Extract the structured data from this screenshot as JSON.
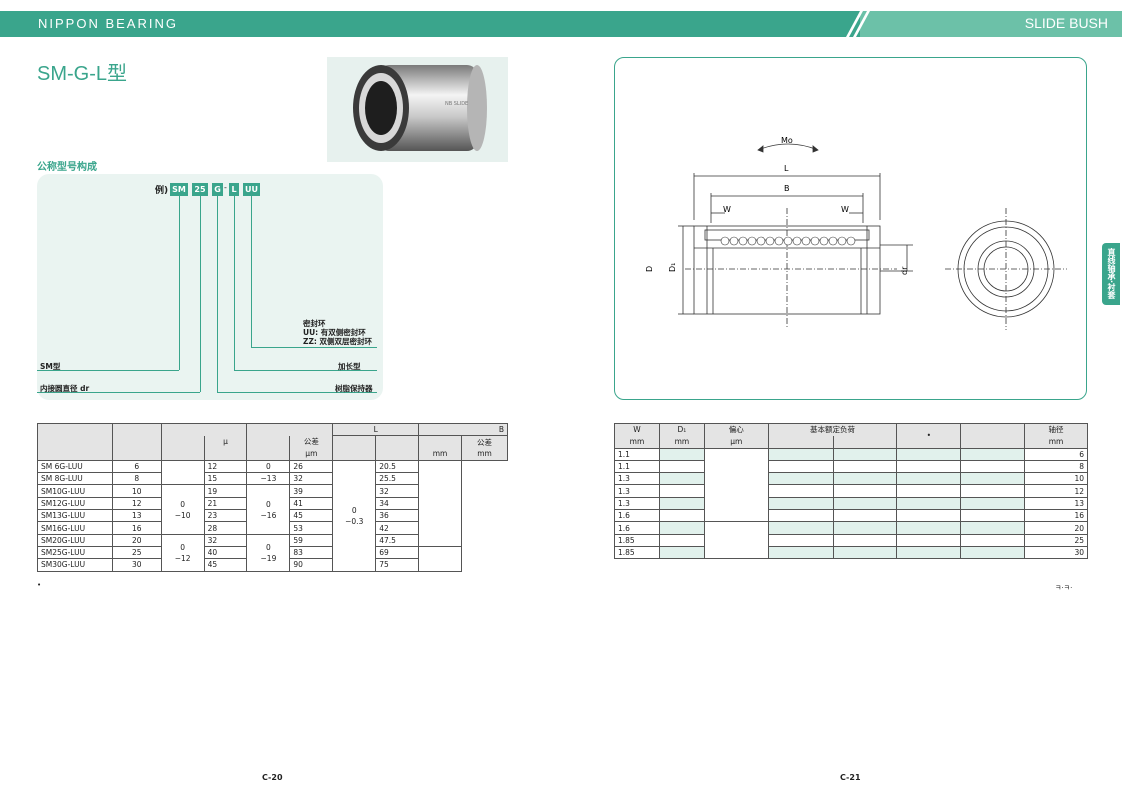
{
  "header": {
    "brand": "NIPPON BEARING",
    "section": "SLIDE BUSH"
  },
  "title": "SM-G-L型",
  "subtitle": "公称型号构成",
  "code": {
    "example_label": "例)",
    "tags": [
      "SM",
      "25",
      "G",
      "L",
      "UU"
    ],
    "dash": "-",
    "labels": {
      "seal": "密封环",
      "uu": "UU: 有双侧密封环",
      "zz": "ZZ: 双侧双层密封环",
      "sm": "SM型",
      "long": "加长型",
      "dr": "内接圆直径 dr",
      "retainer": "树脂保持器"
    }
  },
  "left_table": {
    "header": {
      "mu": "μ",
      "tol": "公差",
      "um": "μm",
      "L": "L",
      "B": "B",
      "tol2": "公差",
      "mm": "mm",
      "mm2": "mm"
    },
    "rows": [
      {
        "model": "SM  6G-LUU",
        "dr": "6",
        "D": "12",
        "L": "26",
        "B": "20.5"
      },
      {
        "model": "SM  8G-LUU",
        "dr": "8",
        "D": "15",
        "L": "32",
        "B": "25.5"
      },
      {
        "model": "SM10G-LUU",
        "dr": "10",
        "D": "19",
        "L": "39",
        "B": "32"
      },
      {
        "model": "SM12G-LUU",
        "dr": "12",
        "D": "21",
        "L": "41",
        "B": "34"
      },
      {
        "model": "SM13G-LUU",
        "dr": "13",
        "D": "23",
        "L": "45",
        "B": "36"
      },
      {
        "model": "SM16G-LUU",
        "dr": "16",
        "D": "28",
        "L": "53",
        "B": "42"
      },
      {
        "model": "SM20G-LUU",
        "dr": "20",
        "D": "32",
        "L": "59",
        "B": "47.5"
      },
      {
        "model": "SM25G-LUU",
        "dr": "25",
        "D": "40",
        "L": "83",
        "B": "69"
      },
      {
        "model": "SM30G-LUU",
        "dr": "30",
        "D": "45",
        "L": "90",
        "B": "75"
      }
    ],
    "tol_dr_a_top": "0",
    "tol_dr_a_bot": "−10",
    "tol_dr_b_top": "0",
    "tol_dr_b_bot": "−12",
    "tol_D1": "0",
    "tol_D1b": "−13",
    "tol_D2": "0",
    "tol_D2b": "−16",
    "tol_D3": "0",
    "tol_D3b": "−19",
    "tol_L_top": "0",
    "tol_L_bot": "−0.3",
    "footnote": "•"
  },
  "right_table": {
    "header": {
      "W": "W",
      "D1": "D₁",
      "ecc": "偏心",
      "load": "基本额定负荷",
      "dot": "•",
      "shaft": "轴径",
      "mm": "mm",
      "mm2": "mm",
      "um": "μm",
      "mm3": "mm"
    },
    "rows": [
      {
        "W": "1.1",
        "shaft": "6"
      },
      {
        "W": "1.1",
        "shaft": "8"
      },
      {
        "W": "1.3",
        "shaft": "10"
      },
      {
        "W": "1.3",
        "shaft": "12"
      },
      {
        "W": "1.3",
        "shaft": "13"
      },
      {
        "W": "1.6",
        "shaft": "16"
      },
      {
        "W": "1.6",
        "shaft": "20"
      },
      {
        "W": "1.85",
        "shaft": "25"
      },
      {
        "W": "1.85",
        "shaft": "30"
      }
    ],
    "footnote": "ㅋ·ㅋ·"
  },
  "diagram": {
    "Mo": "Mo",
    "L": "L",
    "B": "B",
    "W": "W",
    "W2": "W",
    "D": "D",
    "D1": "D₁",
    "dr": "dr"
  },
  "side_tab": "直线轴承·衬套",
  "pages": {
    "left": "C-20",
    "right": "C-21"
  }
}
